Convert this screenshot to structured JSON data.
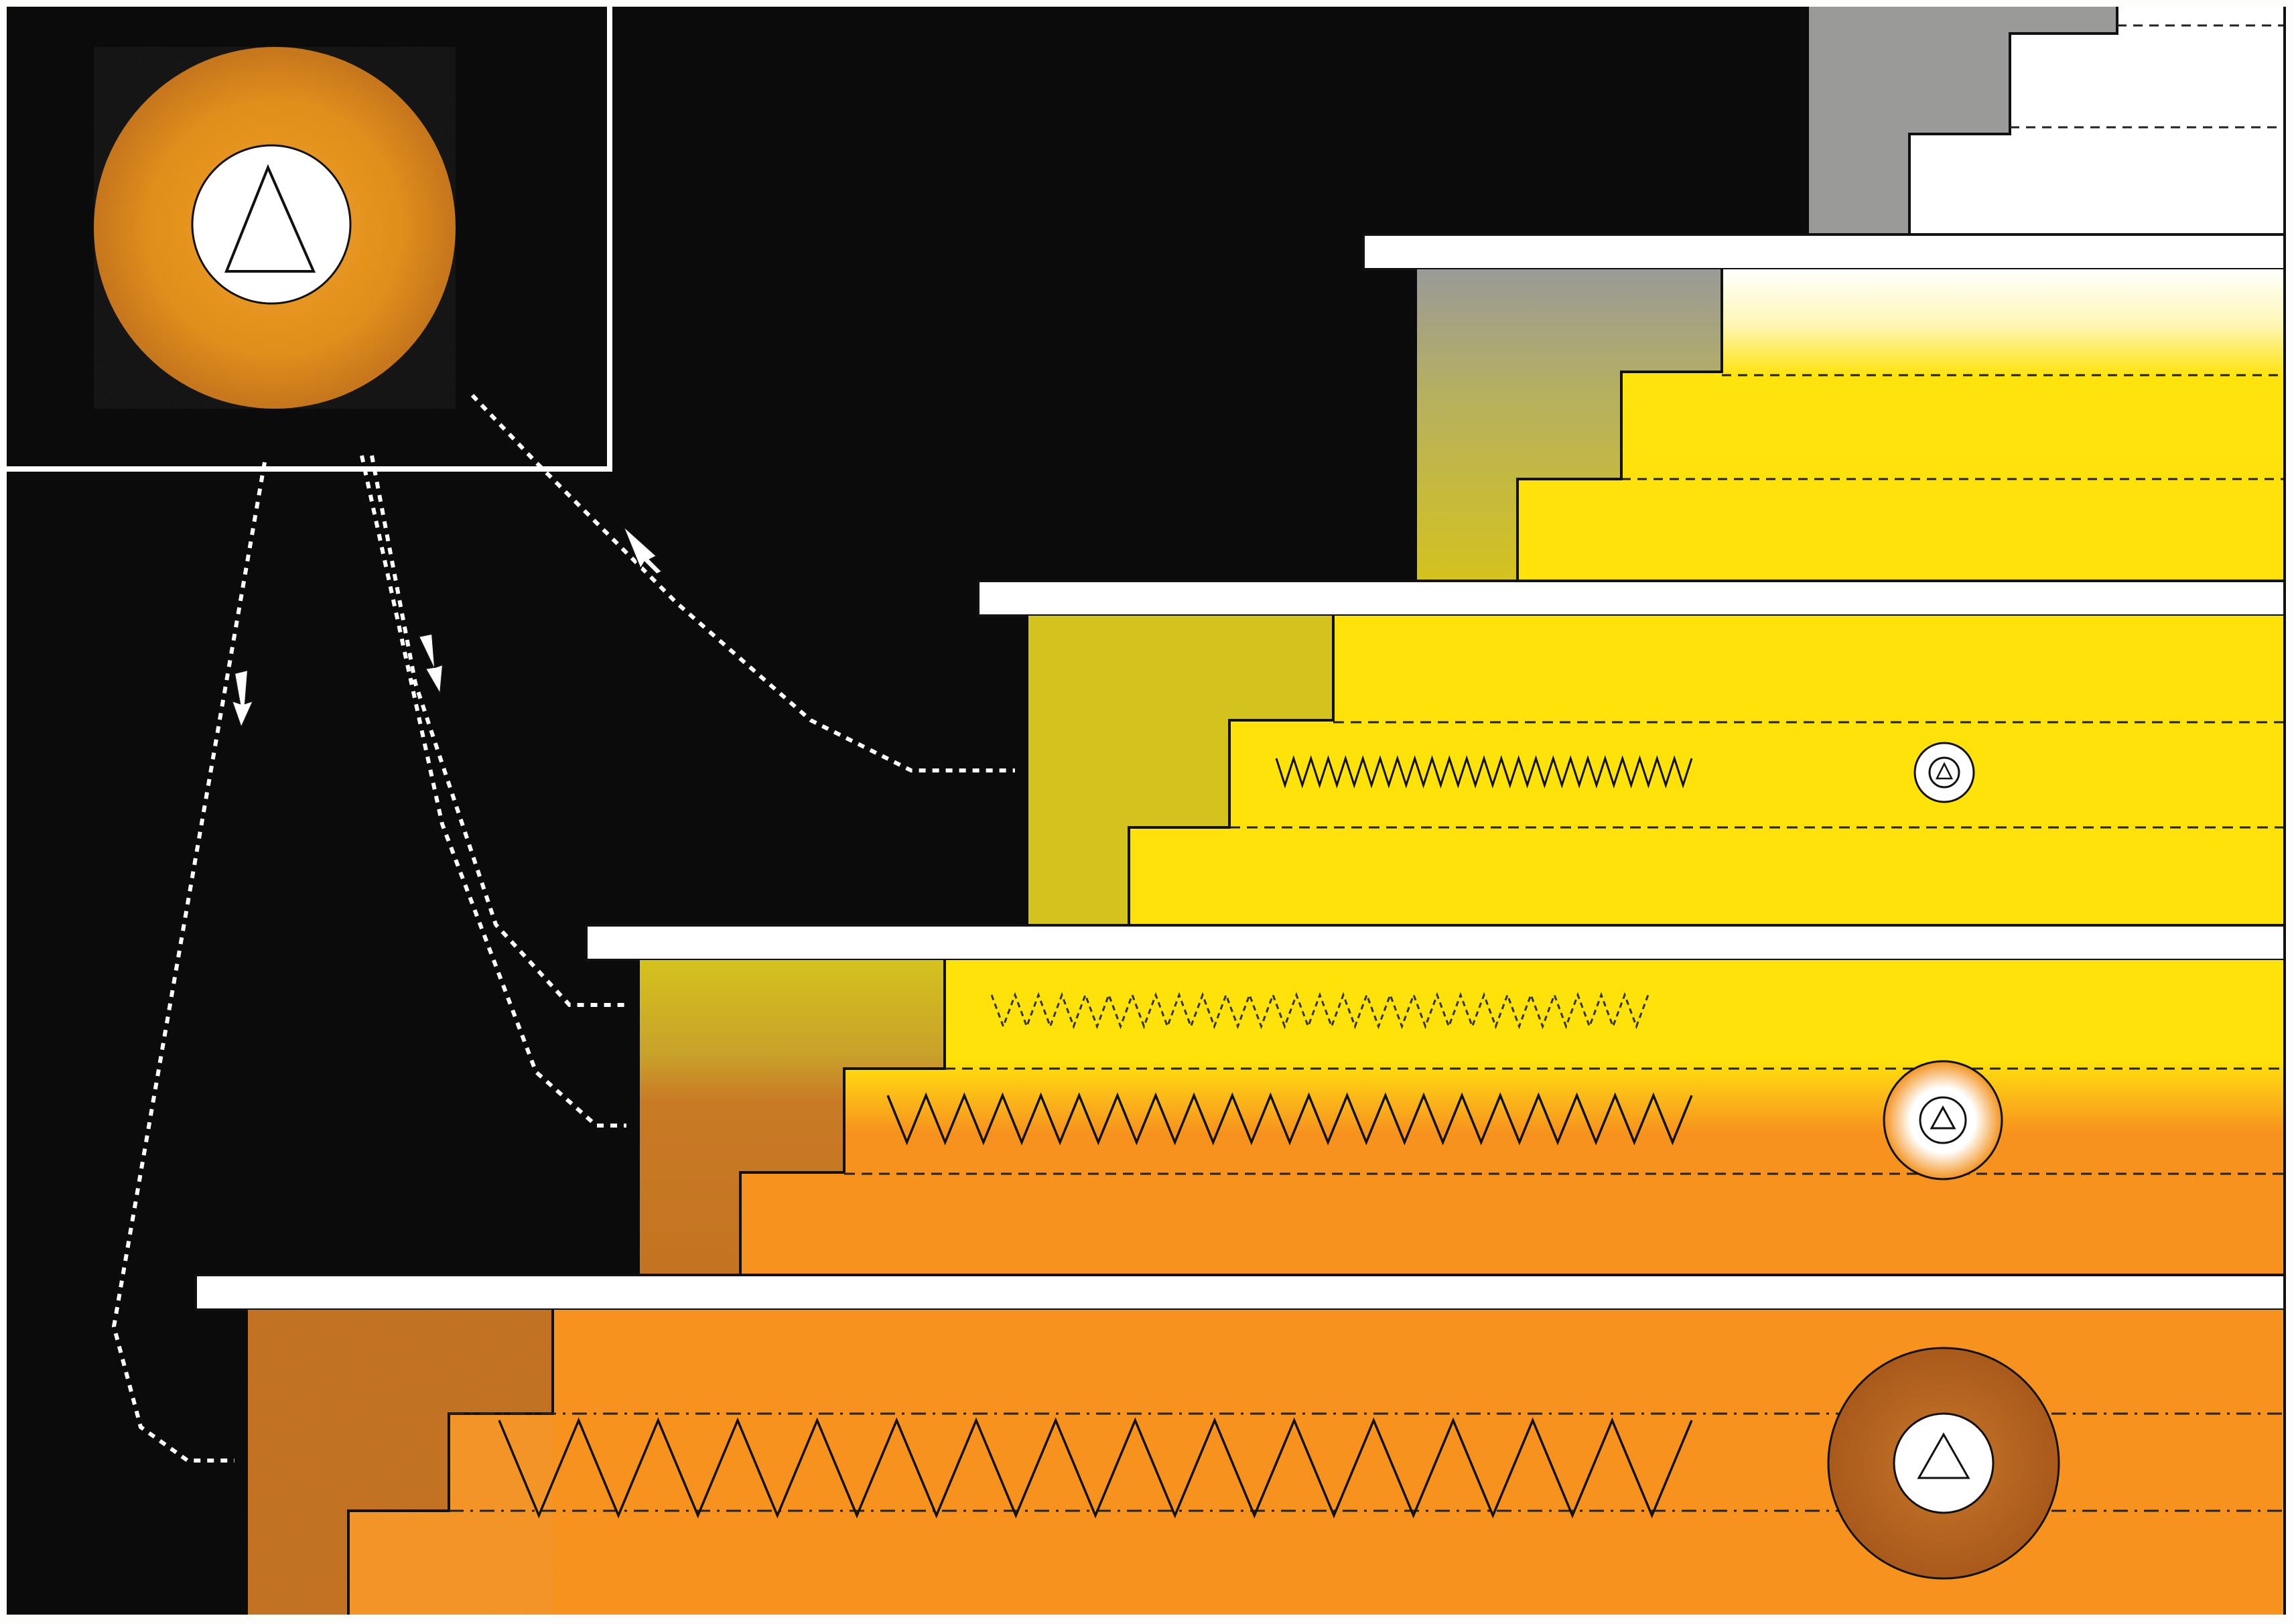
{
  "artwork": {
    "palette": {
      "black": "#0c0b0b",
      "white": "#ffffff",
      "paper": "#fdfdfb",
      "gray": "#9a9a98",
      "yellow": "#ffe20a",
      "olive": "#d4c21e",
      "orange": "#f7921f",
      "ochre": "#d88a1c",
      "rust": "#c06b1c",
      "disc_orange": "#e59418",
      "dashed": "#ffffff"
    },
    "icons": [
      "triangle-icon",
      "arrow-icon",
      "zigzag-pattern",
      "ring-emblem"
    ],
    "tiers": [
      {
        "name": "tier-white",
        "fill": "#ffffff"
      },
      {
        "name": "tier-pale-yellow",
        "fill": "#ffe20a"
      },
      {
        "name": "tier-yellow",
        "fill": "#ffe20a"
      },
      {
        "name": "tier-yellow-orange",
        "fill": "#f7921f"
      },
      {
        "name": "tier-orange",
        "fill": "#f7921f"
      }
    ]
  }
}
